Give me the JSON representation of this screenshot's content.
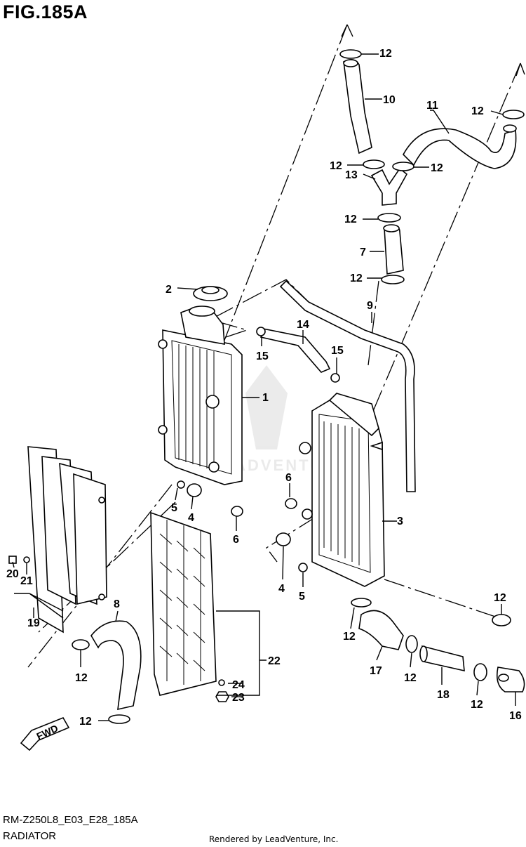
{
  "figure_title": "FIG.185A",
  "footer": {
    "model_code": "RM-Z250L8_E03_E28_185A",
    "section_name": "RADIATOR",
    "credit": "Rendered by LeadVenture, Inc."
  },
  "watermark": "LEADVENTURE",
  "fwd_label": "FWD",
  "callouts": {
    "c1": "1",
    "c2": "2",
    "c3": "3",
    "c4a": "4",
    "c4b": "4",
    "c5a": "5",
    "c5b": "5",
    "c6a": "6",
    "c6b": "6",
    "c7": "7",
    "c8": "8",
    "c9": "9",
    "c10": "10",
    "c11": "11",
    "c12a": "12",
    "c12b": "12",
    "c12c": "12",
    "c12d": "12",
    "c12e": "12",
    "c12f": "12",
    "c12g": "12",
    "c12h": "12",
    "c12i": "12",
    "c12j": "12",
    "c12k": "12",
    "c12l": "12",
    "c13": "13",
    "c14": "14",
    "c15a": "15",
    "c15b": "15",
    "c16": "16",
    "c17": "17",
    "c18": "18",
    "c19": "19",
    "c20": "20",
    "c21": "21",
    "c22": "22",
    "c23": "23",
    "c24": "24"
  }
}
